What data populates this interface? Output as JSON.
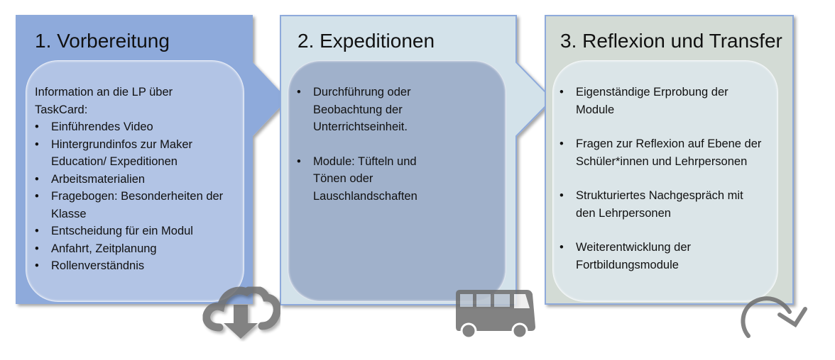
{
  "steps": [
    {
      "title": "1. Vorbereitung",
      "intro": "Information an die LP über TaskCard:",
      "items": [
        "Einführendes Video",
        "Hintergrundinfos zur Maker Education/ Expeditionen",
        "Arbeitsmaterialien",
        "Fragebogen: Besonderheiten der Klasse",
        "Entscheidung für ein Modul",
        "Anfahrt, Zeitplanung",
        "Rollenverständnis"
      ],
      "icon": "cloud-download-icon",
      "color": "#8eaadb"
    },
    {
      "title": "2. Expeditionen",
      "items": [
        "Durchführung oder Beobachtung der Unterrichtseinheit.",
        "Module: Tüfteln und Tönen oder Lauschlandschaften"
      ],
      "icon": "bus-icon",
      "color": "#d3e2ea"
    },
    {
      "title": "3. Reflexion und Transfer",
      "items": [
        "Eigenständige Erprobung der Module",
        "Fragen zur Reflexion auf Ebene der Schüler*innen und Lehrpersonen",
        "Strukturiertes Nachgespräch mit den Lehrpersonen",
        "Weiterentwicklung der Fortbildungsmodule"
      ],
      "icon": "redo-arrow-icon",
      "color": "#d3dbd5"
    }
  ]
}
